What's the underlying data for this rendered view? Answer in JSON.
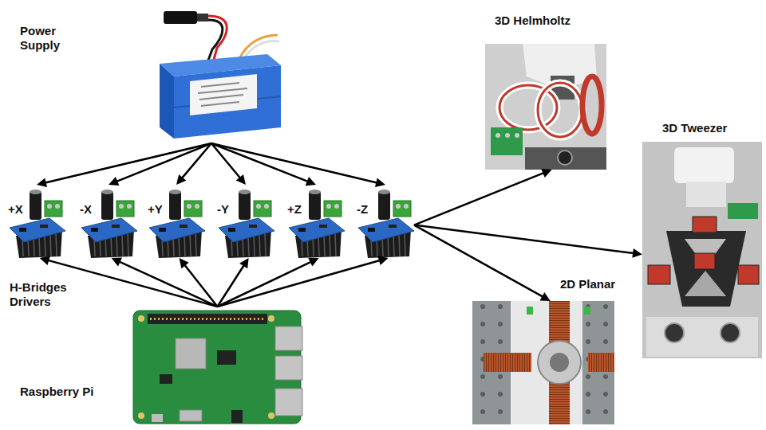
{
  "diagram": {
    "nodes": [
      {
        "text": [
          "Power Supply"
        ]
      },
      {
        "text": [
          "+X"
        ]
      },
      {
        "text": [
          "-X"
        ]
      },
      {
        "text": [
          "+Y"
        ]
      },
      {
        "text": [
          "-Y"
        ]
      },
      {
        "text": [
          "+Z"
        ]
      },
      {
        "text": [
          "-Z"
        ]
      },
      {
        "text": [
          "Raspberry Pi"
        ]
      },
      {
        "text": [
          "3D Helmholtz"
        ]
      },
      {
        "text": [
          "3D Tweezer"
        ]
      },
      {
        "text": [
          "2D Planar"
        ]
      }
    ],
    "edges": [
      {
        "from": 0,
        "to": 1,
        "arrow": "to"
      },
      {
        "from": 0,
        "to": 2,
        "arrow": "to"
      },
      {
        "from": 0,
        "to": 3,
        "arrow": "to"
      },
      {
        "from": 0,
        "to": 4,
        "arrow": "to"
      },
      {
        "from": 0,
        "to": 5,
        "arrow": "to"
      },
      {
        "from": 0,
        "to": 6,
        "arrow": "to"
      },
      {
        "from": 7,
        "to": 1,
        "arrow": "to"
      },
      {
        "from": 7,
        "to": 2,
        "arrow": "to"
      },
      {
        "from": 7,
        "to": 3,
        "arrow": "to"
      },
      {
        "from": 7,
        "to": 4,
        "arrow": "to"
      },
      {
        "from": 7,
        "to": 5,
        "arrow": "to"
      },
      {
        "from": 7,
        "to": 6,
        "arrow": "to"
      },
      {
        "from": 6,
        "to": 8,
        "arrow": "to"
      },
      {
        "from": 6,
        "to": 9,
        "arrow": "to"
      },
      {
        "from": 6,
        "to": 10,
        "arrow": "to"
      }
    ],
    "labels": [
      "H-Bridges Drivers"
    ]
  }
}
